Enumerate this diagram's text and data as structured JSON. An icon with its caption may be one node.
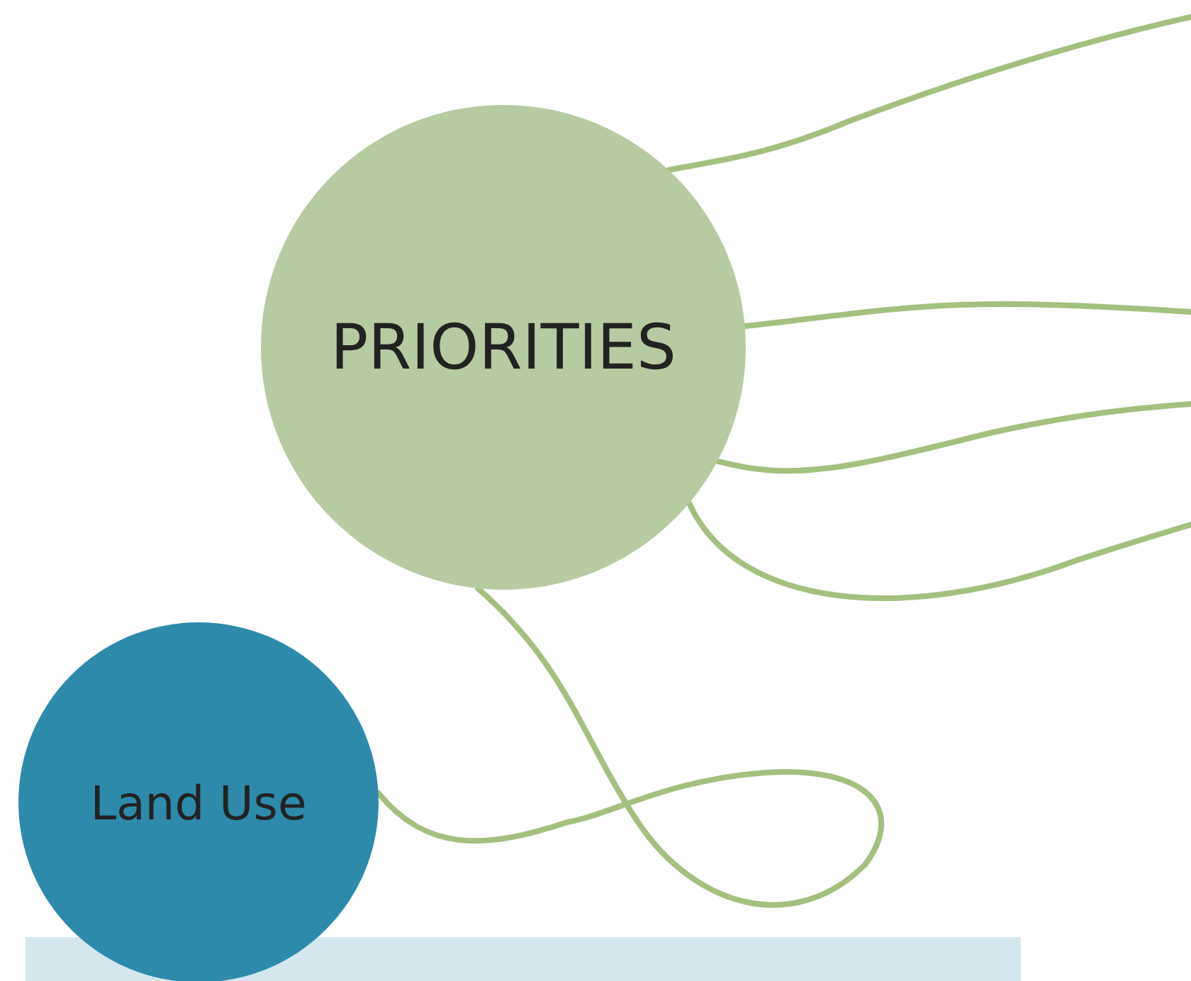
{
  "diagram": {
    "nodes": [
      {
        "text": [
          "PRIORITIES"
        ]
      },
      {
        "text": [
          "Land Use"
        ]
      }
    ],
    "edges": [
      {
        "from": 0,
        "to": null,
        "arrow": "none"
      },
      {
        "from": 0,
        "to": null,
        "arrow": "none"
      },
      {
        "from": 0,
        "to": null,
        "arrow": "none"
      },
      {
        "from": 0,
        "to": null,
        "arrow": "none"
      },
      {
        "from": 0,
        "to": 1,
        "arrow": "none"
      }
    ]
  }
}
